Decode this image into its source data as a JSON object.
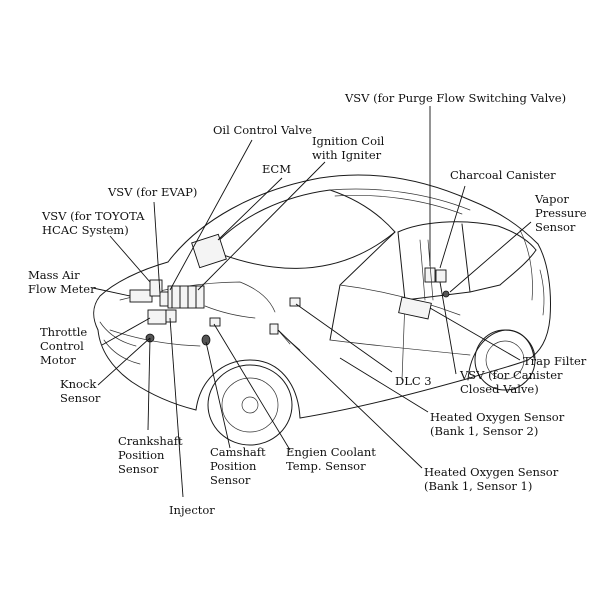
{
  "labels": {
    "vsv_purge": "VSV (for Purge Flow Switching Valve)",
    "oil_control_valve": "Oil Control Valve",
    "ignition_coil": [
      "Ignition Coil",
      "with Igniter"
    ],
    "ecm": "ECM",
    "charcoal_canister": "Charcoal Canister",
    "vapor_pressure_sensor": [
      "Vapor",
      "Pressure",
      "Sensor"
    ],
    "vsv_evap": "VSV (for EVAP)",
    "vsv_toyota_hcac": [
      "VSV (for TOYOTA",
      "HCAC System)"
    ],
    "mass_air_flow_meter": [
      "Mass Air",
      "Flow Meter"
    ],
    "throttle_control_motor": [
      "Throttle",
      "Control",
      "Motor"
    ],
    "knock_sensor": [
      "Knock",
      "Sensor"
    ],
    "crankshaft_position_sensor": [
      "Crankshaft",
      "Position",
      "Sensor"
    ],
    "camshaft_position_sensor": [
      "Camshaft",
      "Position",
      "Sensor"
    ],
    "engine_coolant_temp_sensor": [
      "Engien Coolant",
      "Temp. Sensor"
    ],
    "injector": "Injector",
    "dlc3": "DLC 3",
    "trap_filter": "Trap Filter",
    "vsv_canister_closed": [
      "VSV (for Canister",
      "Closed Valve)"
    ],
    "ho2s_bank1_sensor2": [
      "Heated Oxygen Sensor",
      "(Bank 1, Sensor 2)"
    ],
    "ho2s_bank1_sensor1": [
      "Heated Oxygen Sensor",
      "(Bank 1, Sensor 1)"
    ]
  }
}
